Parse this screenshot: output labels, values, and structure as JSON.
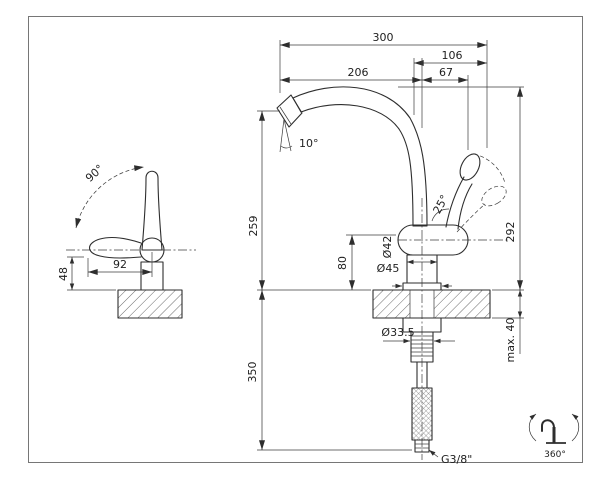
{
  "palette": {
    "ink": "#2e2e2e",
    "paper": "#ffffff",
    "hatch": "#6a6a6a"
  },
  "dims": {
    "overall_width": "300",
    "right_span": "106",
    "spout_reach": "206",
    "handle_span": "67",
    "spout_height": "259",
    "total_height": "292",
    "body_height": "80",
    "below_counter": "350",
    "counter_thickness": "max. 40",
    "body_dia": "Ø42",
    "base_dia": "Ø45",
    "shank_dia": "Ø33.5",
    "connection": "G3/8\"",
    "side_reach": "92",
    "side_height": "48"
  },
  "angles": {
    "spout_tilt": "10°",
    "handle_tilt": "25°",
    "side_swing": "90°",
    "rotation": "360°"
  }
}
